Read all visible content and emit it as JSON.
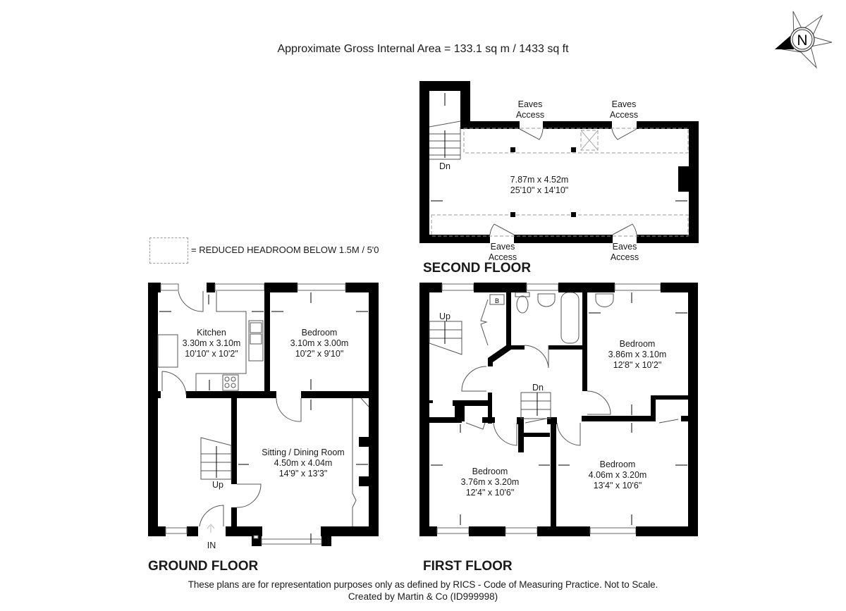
{
  "header": {
    "area_text": "Approximate Gross Internal Area = 133.1 sq m / 1433 sq ft",
    "compass_label": "N"
  },
  "legend": {
    "text": "= REDUCED HEADROOM BELOW 1.5M / 5'0"
  },
  "second_floor": {
    "title": "SECOND FLOOR",
    "stairs_label": "Dn",
    "room": {
      "dim_m": "7.87m x 4.52m",
      "dim_ft": "25'10\" x 14'10\""
    },
    "eaves": [
      {
        "line1": "Eaves",
        "line2": "Access"
      },
      {
        "line1": "Eaves",
        "line2": "Access"
      },
      {
        "line1": "Eaves",
        "line2": "Access"
      },
      {
        "line1": "Eaves",
        "line2": "Access"
      }
    ]
  },
  "ground_floor": {
    "title": "GROUND FLOOR",
    "entrance_label": "IN",
    "stairs_label": "Up",
    "rooms": [
      {
        "name": "Kitchen",
        "dim_m": "3.30m x 3.10m",
        "dim_ft": "10'10\" x 10'2\""
      },
      {
        "name": "Bedroom",
        "dim_m": "3.10m x 3.00m",
        "dim_ft": "10'2\" x 9'10\""
      },
      {
        "name": "Sitting / Dining Room",
        "dim_m": "4.50m x 4.04m",
        "dim_ft": "14'9\" x 13'3\""
      }
    ]
  },
  "first_floor": {
    "title": "FIRST FLOOR",
    "stairs_up_label": "Up",
    "stairs_down_label": "Dn",
    "boiler_label": "B",
    "rooms": [
      {
        "name": "Bedroom",
        "dim_m": "3.86m x 3.10m",
        "dim_ft": "12'8\" x 10'2\""
      },
      {
        "name": "Bedroom",
        "dim_m": "3.76m x 3.20m",
        "dim_ft": "12'4\" x 10'6\""
      },
      {
        "name": "Bedroom",
        "dim_m": "4.06m x 3.20m",
        "dim_ft": "13'4\" x 10'6\""
      }
    ]
  },
  "footer": {
    "line1": "These plans are for representation purposes only as defined by RICS - Code of Measuring Practice. Not to Scale.",
    "line2": "Created by Martin & Co (ID999998)"
  }
}
